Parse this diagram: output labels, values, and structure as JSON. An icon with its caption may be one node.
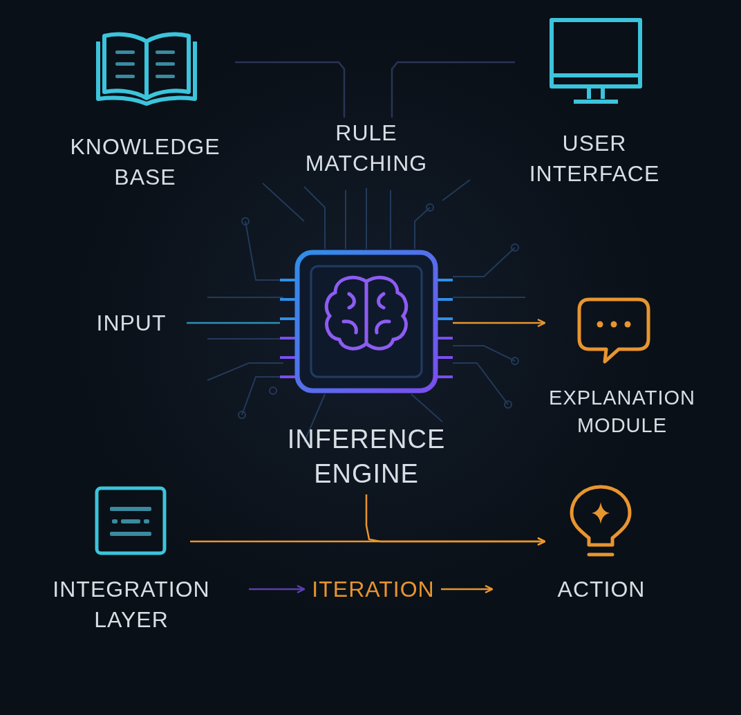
{
  "diagram": {
    "nodes": [
      {
        "text": [
          "KNOWLEDGE BASE"
        ]
      },
      {
        "text": [
          "RULE MATCHING"
        ]
      },
      {
        "text": [
          "USER INTERFACE"
        ]
      },
      {
        "text": [
          "INPUT"
        ]
      },
      {
        "text": [
          "INFERENCE ENGINE"
        ]
      },
      {
        "text": [
          "EXPLANATION MODULE"
        ]
      },
      {
        "text": [
          "INTEGRATION LAYER"
        ]
      },
      {
        "text": [
          "ITERATION"
        ]
      },
      {
        "text": [
          "ACTION"
        ]
      }
    ],
    "edges": [
      {
        "from": 0,
        "to": 1,
        "arrow": "none",
        "color": "#2a3454"
      },
      {
        "from": 2,
        "to": 1,
        "arrow": "none",
        "color": "#2a3454"
      },
      {
        "from": 3,
        "to": 4,
        "arrow": "none",
        "color": "#2f8fb8"
      },
      {
        "from": 4,
        "to": 5,
        "arrow": "to"
      },
      {
        "from": 6,
        "to": 8,
        "arrow": "to"
      },
      {
        "from": 4,
        "to": 8,
        "arrow": "to"
      },
      {
        "from": 6,
        "to": 7,
        "arrow": "to",
        "color": "#5a3fb0"
      },
      {
        "from": 7,
        "to": null,
        "arrow": "to"
      }
    ]
  }
}
